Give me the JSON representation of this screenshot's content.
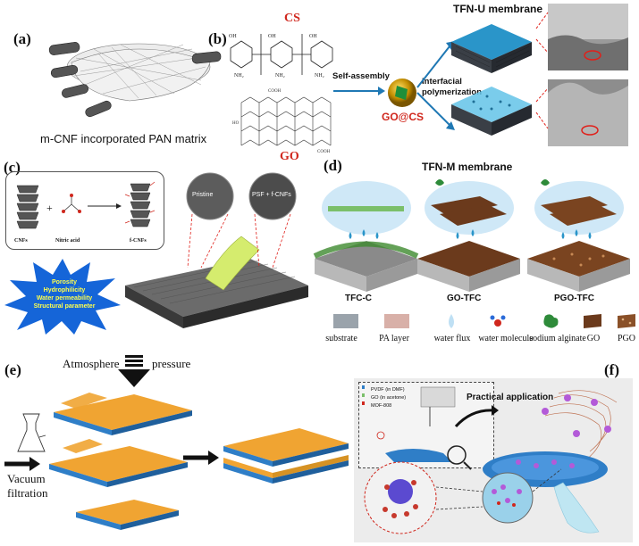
{
  "panels": {
    "a": {
      "label": "(a)",
      "caption": "m-CNF incorporated PAN matrix"
    },
    "b": {
      "label": "(b)",
      "cs": "CS",
      "go": "GO",
      "goatcs": "GO@CS",
      "self_assembly": "Self-assembly",
      "interfacial": "Interfacial polymerization",
      "tfnu": "TFN-U membrane"
    },
    "c": {
      "label": "(c)",
      "cnfs": "CNFs",
      "nitric": "Nitric acid",
      "fcnfs": "f-CNFs",
      "pristine": "Pristine",
      "psf": "PSF + f-CNFs",
      "props": [
        "Porosity",
        "Hydrophilicity",
        "Water permeability",
        "Structural parameter"
      ]
    },
    "d": {
      "label": "(d)",
      "title": "TFN-M membrane",
      "labels": [
        "TFC-C",
        "GO-TFC",
        "PGO-TFC"
      ],
      "legend": [
        "substrate",
        "PA layer",
        "water flux",
        "water molecule",
        "sodium alginate",
        "GO",
        "PGO"
      ]
    },
    "e": {
      "label": "(e)",
      "atmosphere": "Atmosphere",
      "pressure": "pressure",
      "vacuum": "Vacuum",
      "filtration": "filtration"
    },
    "f": {
      "label": "(f)",
      "practical": "Practical application",
      "legend": [
        "PVDF (in DMF)",
        "GO (in acetone)",
        "MOF-808"
      ]
    }
  },
  "colors": {
    "cs_red": "#d0271d",
    "go_red": "#d0271d",
    "arrow_blue": "#1f78b4",
    "star_blue": "#1565d8",
    "star_text": "#ffff4d",
    "orange_sheet": "#f0a432",
    "mesh_blue": "#2f7ec7"
  }
}
